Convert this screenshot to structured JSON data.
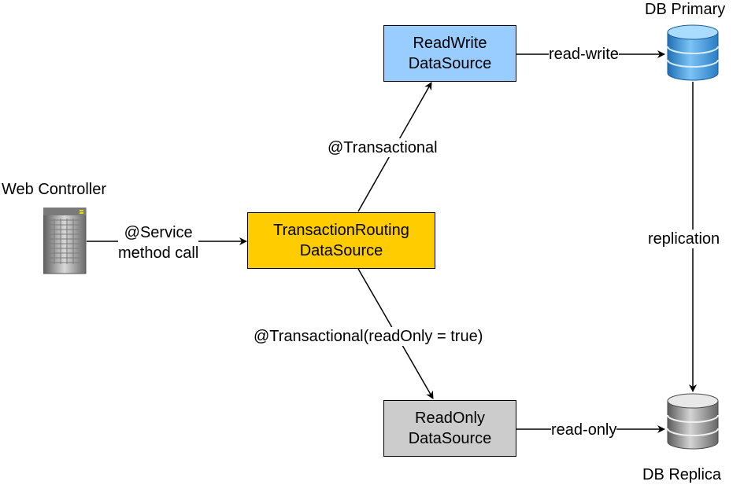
{
  "nodes": {
    "web_controller": {
      "label": "Web Controller",
      "icon": "server-icon"
    },
    "routing": {
      "line1": "TransactionRouting",
      "line2": "DataSource",
      "color": "#ffcc00"
    },
    "readwrite": {
      "line1": "ReadWrite",
      "line2": "DataSource",
      "color": "#99ccff"
    },
    "readonly": {
      "line1": "ReadOnly",
      "line2": "DataSource",
      "color": "#cccccc"
    },
    "db_primary": {
      "label": "DB Primary",
      "icon": "database-blue-icon",
      "color": "#4a9fe0"
    },
    "db_replica": {
      "label": "DB Replica",
      "icon": "database-gray-icon",
      "color": "#9a9a9a"
    }
  },
  "edges": {
    "service_call": {
      "line1": "@Service",
      "line2": "method call"
    },
    "transactional": "@Transactional",
    "transactional_readonly": "@Transactional(readOnly = true)",
    "read_write": "read-write",
    "read_only": "read-only",
    "replication": "replication"
  }
}
